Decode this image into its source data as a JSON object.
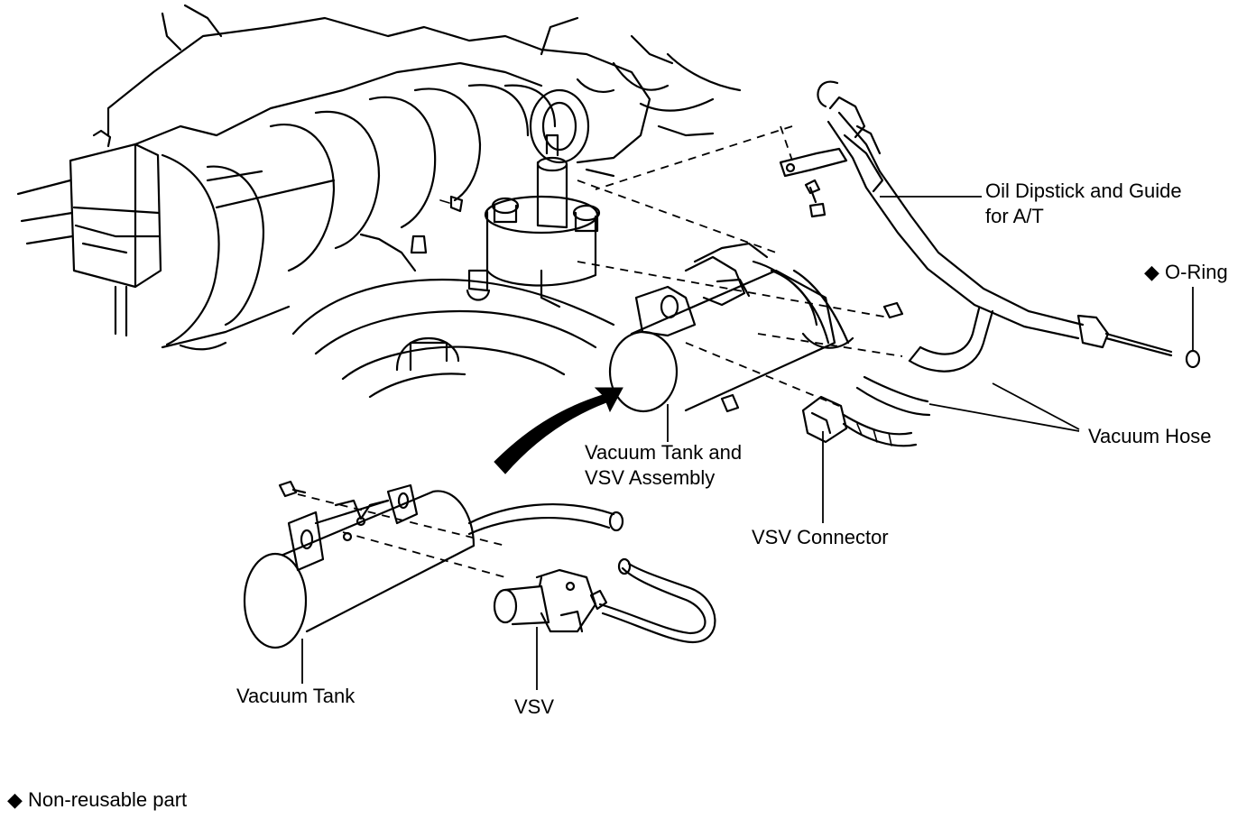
{
  "labels": {
    "oil_dipstick": "Oil Dipstick and Guide",
    "oil_dipstick_2": "for A/T",
    "o_ring": "O-Ring",
    "vacuum_hose": "Vacuum Hose",
    "vacuum_tank_vsv_1": "Vacuum Tank and",
    "vacuum_tank_vsv_2": "VSV Assembly",
    "vsv_connector": "VSV Connector",
    "vacuum_tank": "Vacuum Tank",
    "vsv": "VSV",
    "legend": "Non-reusable part"
  },
  "icons": {
    "non_reusable_marker": "black-diamond-icon"
  }
}
